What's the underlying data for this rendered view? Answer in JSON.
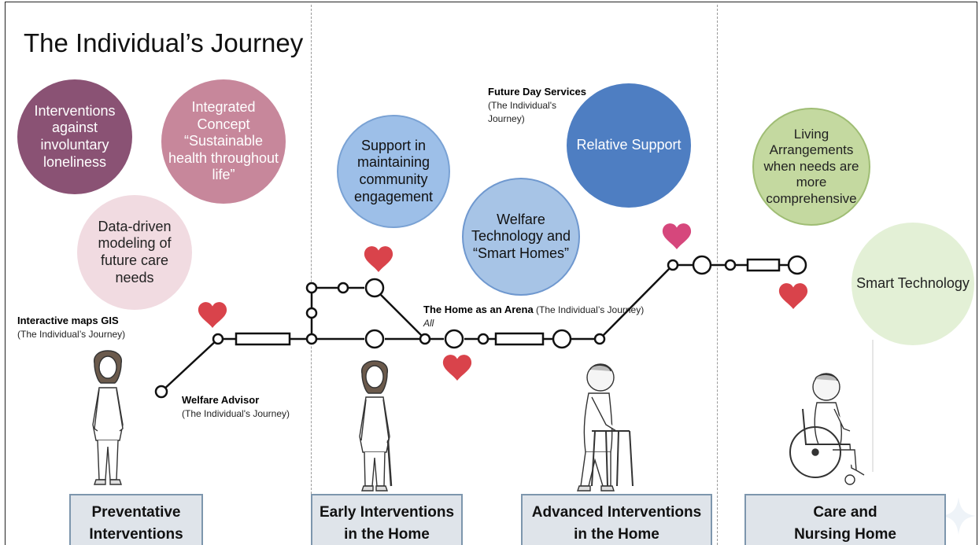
{
  "title": "The Individual’s Journey",
  "bubbles": {
    "loneliness": "Interventions against involuntary loneliness",
    "integrated": "Integrated Concept “Sustainable health throughout life”",
    "data_driven": "Data-driven modeling of future care needs",
    "community": "Support in maintaining community engagement",
    "relative": "Relative Support",
    "welfare_tech": "Welfare Technology and “Smart Homes”",
    "living": "Living Arrangements when needs are more comprehensive",
    "smart_tech": "Smart Technology"
  },
  "notes": {
    "gis_title": "Interactive maps GIS",
    "gis_sub": "(The Individual’s Journey)",
    "advisor_title": "Welfare Advisor",
    "advisor_sub": "(The Individual's Journey)",
    "home_title": "The Home as an Arena",
    "home_sub": "(The Individual’s Journey)",
    "home_all": "All",
    "day_title": "Future Day Services",
    "day_sub1": "(The Individual's",
    "day_sub2": "Journey)"
  },
  "stages": [
    "Preventative\nInterventions",
    "Early Interventions\nin the Home",
    "Advanced Interventions\nin the Home",
    "Care and\nNursing Home"
  ],
  "colors": {
    "heart": "#d9434b",
    "heart_pink": "#d6477c",
    "line": "#111111"
  },
  "icons": [
    "heart-icon",
    "person-standing-icon",
    "person-with-cane-icon",
    "person-with-walker-icon",
    "person-in-wheelchair-icon",
    "sparkle-icon"
  ]
}
